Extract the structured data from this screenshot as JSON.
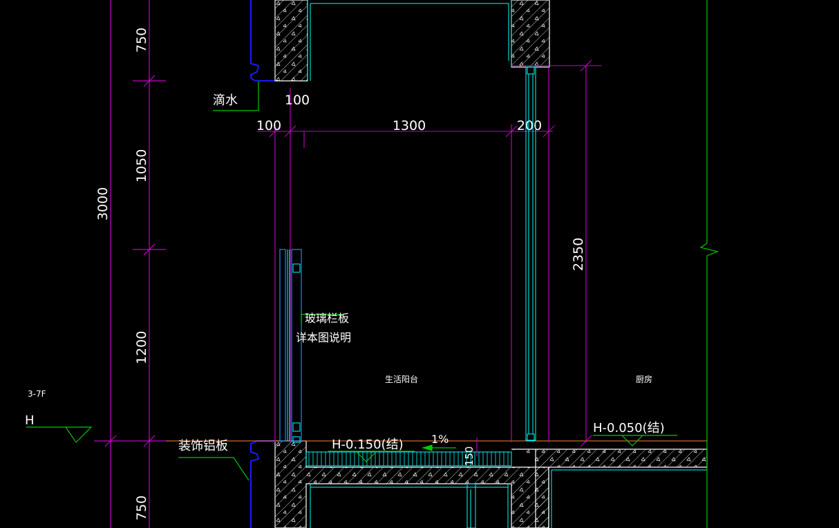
{
  "drawing": {
    "colors": {
      "background": "#000000",
      "dimension": "#c800c8",
      "structure": "#ffffff",
      "window": "#00ffff",
      "leader": "#00c800",
      "floor_line": "#ff8040",
      "wall_edge": "#1a1aff"
    },
    "dimensions": {
      "v_750_top": "750",
      "v_1050": "1050",
      "v_3000": "3000",
      "v_1200": "1200",
      "v_750_bottom": "750",
      "h_100_upper": "100",
      "h_100_lower": "100",
      "h_1300": "1300",
      "h_200": "200",
      "v_2350": "2350"
    },
    "labels": {
      "drip": "滴水",
      "glass_rail": "玻璃栏板",
      "glass_rail_note": "详本图说明",
      "balcony": "生活阳台",
      "kitchen": "厨房",
      "floors": "3-7F",
      "level_mark": "H",
      "deco_panel": "装饰铝板",
      "elev_balcony": "H-0.150(结)",
      "slope": "1%",
      "elev_kitchen": "H-0.050(结)",
      "curb": "150"
    }
  }
}
